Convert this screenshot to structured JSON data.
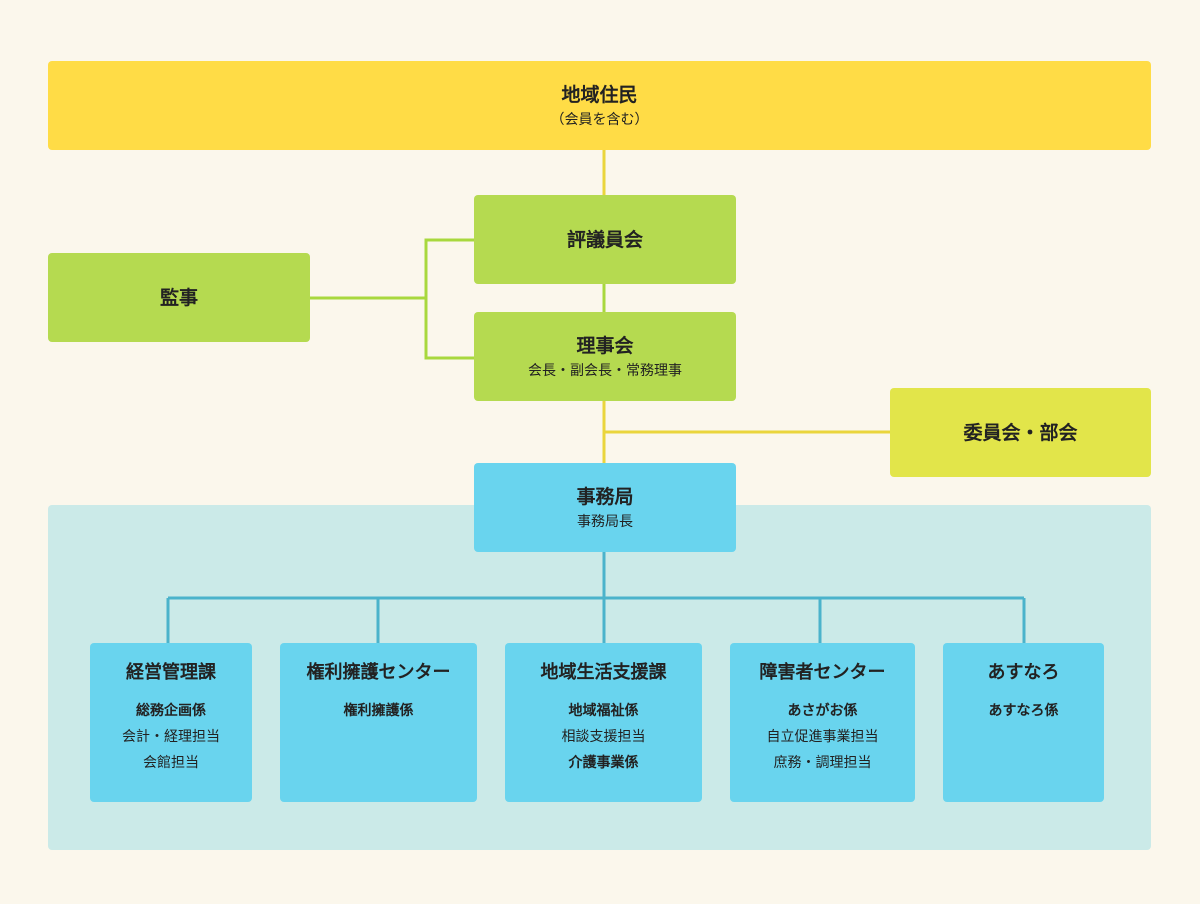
{
  "residents": {
    "title": "地域住民",
    "sub": "（会員を含む）"
  },
  "council": {
    "title": "評議員会"
  },
  "auditor": {
    "title": "監事"
  },
  "board": {
    "title": "理事会",
    "sub": "会長・副会長・常務理事"
  },
  "committee": {
    "title": "委員会・部会"
  },
  "office": {
    "title": "事務局",
    "sub": "事務局長"
  },
  "departments": [
    {
      "title": "経営管理課",
      "items": [
        {
          "text": "総務企画係",
          "bold": true
        },
        {
          "text": "会計・経理担当",
          "bold": false
        },
        {
          "text": "会館担当",
          "bold": false
        }
      ]
    },
    {
      "title": "権利擁護センター",
      "items": [
        {
          "text": "権利擁護係",
          "bold": true
        }
      ]
    },
    {
      "title": "地域生活支援課",
      "items": [
        {
          "text": "地域福祉係",
          "bold": true
        },
        {
          "text": "相談支援担当",
          "bold": false
        },
        {
          "text": "介護事業係",
          "bold": true
        }
      ]
    },
    {
      "title": "障害者センター",
      "items": [
        {
          "text": "あさがお係",
          "bold": true
        },
        {
          "text": "自立促進事業担当",
          "bold": false
        },
        {
          "text": "庶務・調理担当",
          "bold": false
        }
      ]
    },
    {
      "title": "あすなろ",
      "items": [
        {
          "text": "あすなろ係",
          "bold": true
        }
      ]
    }
  ],
  "colors": {
    "background": "#fbf7ec",
    "residents": "#ffdc46",
    "governance": "#b5da50",
    "committee": "#e2e54a",
    "office": "#69d4ee",
    "office_area": "#cbeae8",
    "line_yellow": "#ead53c",
    "line_green": "#a8d83e",
    "line_blue": "#4bb3cb"
  }
}
